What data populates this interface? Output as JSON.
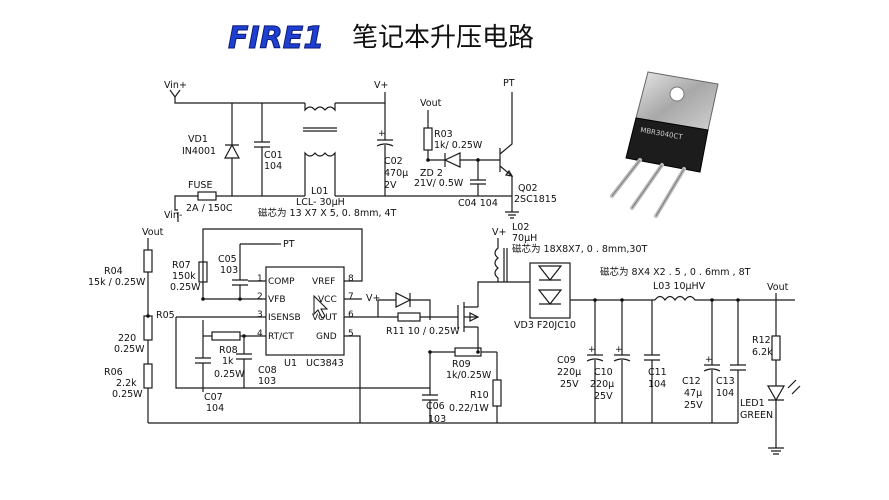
{
  "header": {
    "logo": "FIRE1",
    "title": "笔记本升压电路"
  },
  "nets": {
    "vin_plus": "Vin+",
    "vin_minus": "Vin-",
    "vplus": "V+",
    "vout": "Vout",
    "pt": "PT"
  },
  "input": {
    "vd1_name": "VD1",
    "vd1_value": "IN4001",
    "c01_name": "C01",
    "c01_value": "104",
    "l01_name": "L01",
    "l01_value": "LCL- 30μH",
    "l01_core": "磁芯为 13 X7 X 5, 0. 8mm, 4T",
    "c02_name": "C02",
    "c02_value": "470μ",
    "c02_volt": "2V",
    "fuse_name": "FUSE",
    "fuse_value": "2A / 150C"
  },
  "pt_section": {
    "r03_name": "R03",
    "r03_value": "1k/ 0.25W",
    "zd2_name": "ZD 2",
    "zd2_value": "21V/ 0.5W",
    "c04": "C04 104",
    "q02_name": "Q02",
    "q02_value": "2SC1815"
  },
  "controller": {
    "u1_name": "U1",
    "u1_value": "UC3843",
    "pins": [
      "COMP",
      "VFB",
      "ISENSB",
      "RT/CT",
      "VREF",
      "VCC",
      "VOUT",
      "GND"
    ],
    "pin_numbers": [
      "1",
      "2",
      "3",
      "4",
      "8",
      "7",
      "6",
      "5"
    ],
    "r07_name": "R07",
    "r07_value": "150k",
    "r07_power": "0.25W",
    "c05_name": "C05",
    "c05_value": "103",
    "r04_name": "R04",
    "r04_value": "15k / 0.25W",
    "r05_name": "R05",
    "r05_value": "220",
    "r05_power": "0.25W",
    "r06_name": "R06",
    "r06_value": "2.2k",
    "r06_power": "0.25W",
    "r08_name": "R08",
    "r08_value": "1k",
    "r08_power": "0.25W",
    "c07_name": "C07",
    "c07_value": "104",
    "c08_name": "C08",
    "c08_value": "103"
  },
  "driver": {
    "r11": "R11 10 / 0.25W",
    "r09_name": "R09",
    "r09_value": "1k/0.25W",
    "r10_name": "R10",
    "r10_value": "0.22/1W",
    "c06_name": "C06",
    "c06_value": "103"
  },
  "power_stage": {
    "l02_name": "L02",
    "l02_value": "70μH",
    "l02_core": "磁芯为 18X8X7, 0 . 8mm,30T",
    "vd3": "VD3 F20JC10",
    "l03_core": "磁芯为 8X4 X2 . 5 , 0 . 6mm , 8T",
    "l03_label": "L03  10μHV"
  },
  "output": {
    "c09_name": "C09",
    "c09_value": "220μ",
    "c09_volt": "25V",
    "c10_name": "C10",
    "c10_value": "220μ",
    "c10_volt": "25V",
    "c11_name": "C11",
    "c11_value": "104",
    "c12_name": "C12",
    "c12_value": "47μ",
    "c12_volt": "25V",
    "c13_name": "C13",
    "c13_value": "104",
    "r12_name": "R12",
    "r12_value": "6.2k",
    "led1_name": "LED1",
    "led1_color": "GREEN"
  },
  "photo": {
    "part_marking": "MBR3040CT"
  }
}
